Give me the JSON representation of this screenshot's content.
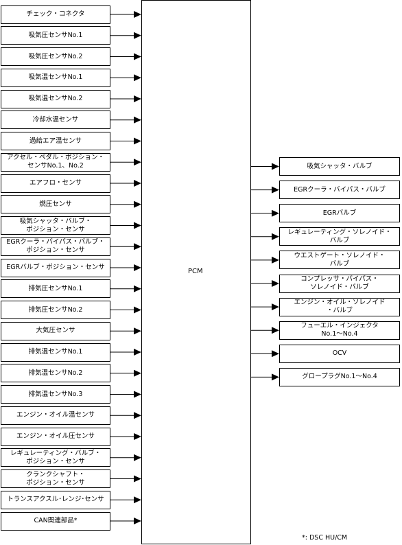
{
  "pcm_label": "PCM",
  "inputs": [
    "チェック・コネクタ",
    "吸気圧センサNo.1",
    "吸気圧センサNo.2",
    "吸気温センサNo.1",
    "吸気温センサNo.2",
    "冷却水温センサ",
    "過給エア温センサ",
    "アクセル・ペダル・ポジション・\nセンサNo.1、No.2",
    "エアフロ・センサ",
    "燃圧センサ",
    "吸気シャッタ・バルブ・\nポジション・センサ",
    "EGRクーラ・バイパス・バルブ・\nポジション・センサ",
    "EGRバルブ・ポジション・センサ",
    "排気圧センサNo.1",
    "排気圧センサNo.2",
    "大気圧センサ",
    "排気温センサNo.1",
    "排気温センサNo.2",
    "排気温センサNo.3",
    "エンジン・オイル温センサ",
    "エンジン・オイル圧センサ",
    "レギュレーティング・バルブ・\nポジション・センサ",
    "クランクシャフト・\nポジション・センサ",
    "トランスアクスル･レンジ･センサ",
    "CAN関連部品*"
  ],
  "outputs": [
    "吸気シャッタ・バルブ",
    "EGRクーラ・バイパス・バルブ",
    "EGRバルブ",
    "レギュレーティング・ソレノイド・\nバルブ",
    "ウエストゲート・ソレノイド・\nバルブ",
    "コンプレッサ・バイパス・\nソレノイド・バルブ",
    "エンジン・オイル・ソレノイド\n・バルブ",
    "フューエル・インジェクタ\nNo.1〜No.4",
    "OCV",
    "グロープラグNo.1〜No.4"
  ],
  "footnote": "*: DSC HU/CM"
}
